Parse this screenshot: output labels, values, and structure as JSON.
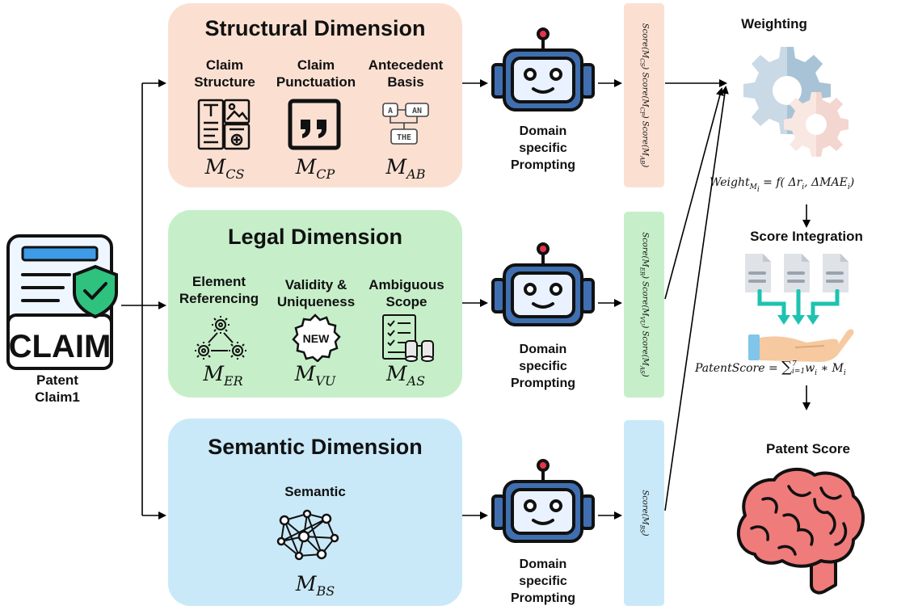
{
  "patent": {
    "claim_word": "CLAIM",
    "label": "Patent\nClaim1"
  },
  "panels": {
    "structural": {
      "title": "Structural Dimension",
      "color": "#fbe0d2",
      "items": [
        {
          "label": "Claim\nStructure",
          "math": "M",
          "sub": "CS"
        },
        {
          "label": "Claim\nPunctuation",
          "math": "M",
          "sub": "CP"
        },
        {
          "label": "Antecedent\nBasis",
          "math": "M",
          "sub": "AB"
        }
      ]
    },
    "legal": {
      "title": "Legal Dimension",
      "color": "#c6efc9",
      "items": [
        {
          "label": "Element\nReferencing",
          "math": "M",
          "sub": "ER"
        },
        {
          "label": "Validity &\nUniqueness",
          "math": "M",
          "sub": "VU"
        },
        {
          "label": "Ambiguous\nScope",
          "math": "M",
          "sub": "AS"
        }
      ]
    },
    "semantic": {
      "title": "Semantic Dimension",
      "color": "#c9e9f8",
      "items": [
        {
          "label": "Semantic",
          "math": "M",
          "sub": "BS"
        }
      ]
    }
  },
  "icons": {
    "structure": "claim-structure-icon",
    "punctuation": "quotation-marks-icon",
    "antecedent": "article-words-icon",
    "referencing": "gears-network-icon",
    "validity": "new-badge-icon",
    "scope": "checklist-binoculars-icon",
    "semantic": "neural-network-icon",
    "robot": "robot-icon",
    "weighting": "gears-icon",
    "documents": "documents-icon",
    "hand": "hand-icon",
    "brain": "brain-icon",
    "new_text": "NEW",
    "antecedent_words": [
      "A",
      "AN",
      "THE"
    ]
  },
  "prompting": {
    "label": "Domain\nspecific\nPrompting"
  },
  "scores": {
    "structural": [
      "CS",
      "CP",
      "AB"
    ],
    "legal": [
      "ER",
      "VU",
      "AS"
    ],
    "semantic": [
      "BS"
    ],
    "prefix": "Score(M",
    "suffix": ")"
  },
  "right": {
    "weighting_title": "Weighting",
    "weight_formula_lhs": "Weight",
    "weight_formula_sub": "M",
    "weight_formula_subsub": "i",
    "weight_formula_rhs": " = f( Δr",
    "weight_formula_rhs_sub": "i",
    "weight_formula_rhs2": ", ΔMAE",
    "weight_formula_rhs2_sub": "i",
    "weight_formula_end": ")",
    "integration_title": "Score Integration",
    "patent_formula_lhs": "PatentScore = ",
    "patent_formula_sum": "∑",
    "patent_formula_sup": "7",
    "patent_formula_sub": "i=1",
    "patent_formula_rest": "w",
    "patent_formula_rest_sub": "i",
    "patent_formula_tail": " ∗ M",
    "patent_formula_tail_sub": "i",
    "patent_score_title": "Patent Score"
  },
  "colors": {
    "doc_blue": "#3d9be8",
    "shield_green": "#2ec27e",
    "robot_blue": "#3f6fb0",
    "robot_red": "#e8334a",
    "arrow_teal": "#1ec3b0",
    "brain_pink": "#f07b7b",
    "hand_skin": "#f6c9a0",
    "cuff_blue": "#7fc6ea"
  }
}
